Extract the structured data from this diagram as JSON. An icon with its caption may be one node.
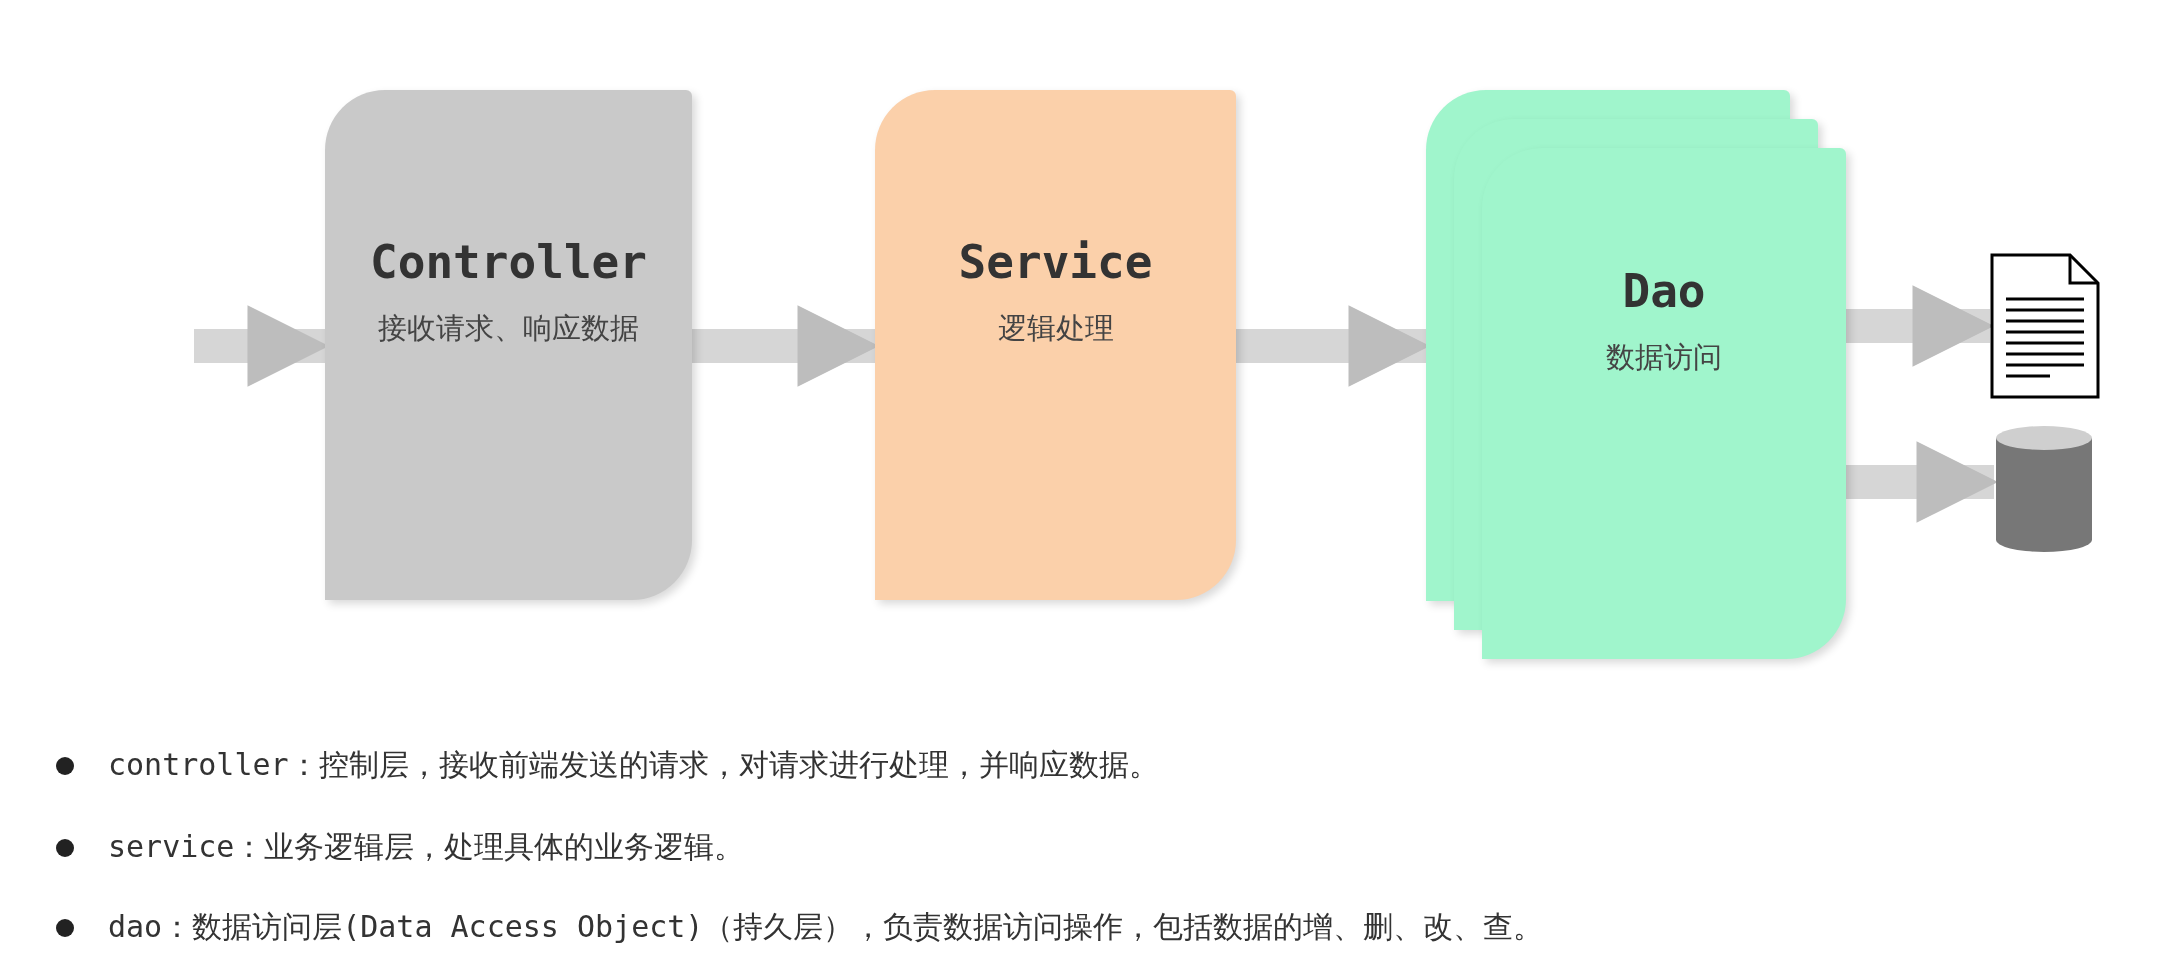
{
  "diagram": {
    "nodes": [
      {
        "text": [
          "Controller",
          "接收请求、响应数据"
        ]
      },
      {
        "text": [
          "Service",
          "逻辑处理"
        ]
      },
      {
        "text": [
          "Dao",
          "数据访问"
        ]
      },
      {
        "text": [],
        "shape": "document"
      },
      {
        "text": [],
        "shape": "cylinder"
      }
    ],
    "edges": [
      {
        "from": null,
        "to": 0,
        "arrow": "to"
      },
      {
        "from": 0,
        "to": 1,
        "arrow": "to"
      },
      {
        "from": 1,
        "to": 2,
        "arrow": "to"
      },
      {
        "from": 2,
        "to": 3,
        "arrow": "to"
      },
      {
        "from": 2,
        "to": 4,
        "arrow": "to"
      }
    ],
    "labels": [
      "controller：控制层，接收前端发送的请求，对请求进行处理，并响应数据。",
      "service：业务逻辑层，处理具体的业务逻辑。",
      "dao：数据访问层(Data Access Object)（持久层），负责数据访问操作，包括数据的增、删、改、查。"
    ]
  }
}
